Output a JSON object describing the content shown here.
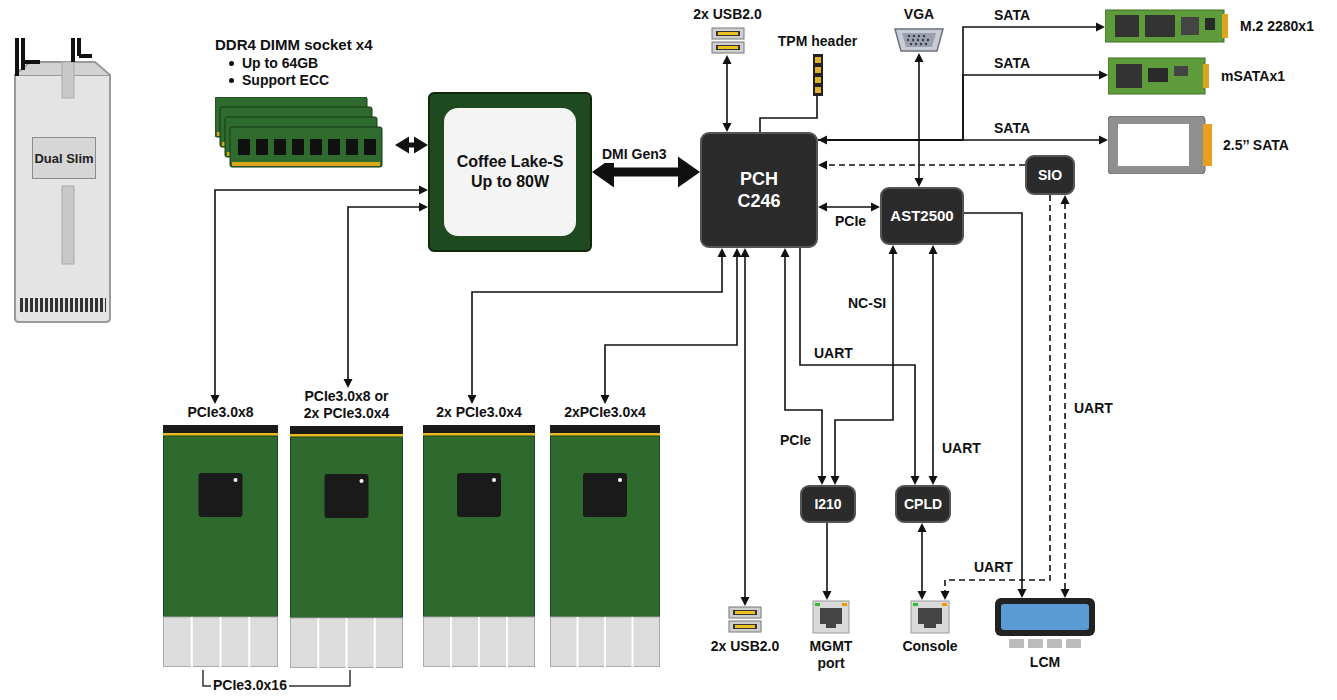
{
  "diagram": {
    "nodes": [
      {
        "text": [
          "Dual Slim"
        ]
      },
      {
        "text": [
          "DDR4 DIMM socket x4",
          "Up to 64GB",
          "Support ECC"
        ]
      },
      {
        "text": [
          "Coffee Lake-S Up to 80W"
        ]
      },
      {
        "text": [
          "2x USB2.0"
        ]
      },
      {
        "text": [
          "TPM header"
        ]
      },
      {
        "text": [
          "PCH C246"
        ]
      },
      {
        "text": [
          "VGA"
        ]
      },
      {
        "text": [
          "M.2 2280x1"
        ]
      },
      {
        "text": [
          "mSATAx1"
        ]
      },
      {
        "text": [
          "2.5’’ SATA"
        ]
      },
      {
        "text": [
          "AST2500"
        ]
      },
      {
        "text": [
          "SIO"
        ]
      },
      {
        "text": [
          "PCIe3.0x8"
        ]
      },
      {
        "text": [
          "PCIe3.0x8 or 2x PCIe3.0x4"
        ]
      },
      {
        "text": [
          "2x PCIe3.0x4"
        ]
      },
      {
        "text": [
          "2xPCIe3.0x4"
        ]
      },
      {
        "text": [
          "2x USB2.0"
        ]
      },
      {
        "text": [
          "I210"
        ]
      },
      {
        "text": [
          "CPLD"
        ]
      },
      {
        "text": [
          "MGMT port"
        ]
      },
      {
        "text": [
          "Console"
        ]
      },
      {
        "text": [
          "LCM"
        ]
      }
    ],
    "edges": [
      {
        "from": 1,
        "to": 2,
        "arrow": "both"
      },
      {
        "from": 2,
        "to": 5,
        "label": "DMI Gen3",
        "arrow": "both"
      },
      {
        "from": 3,
        "to": 5,
        "arrow": "both"
      },
      {
        "from": 4,
        "to": 5,
        "arrow": "none"
      },
      {
        "from": 5,
        "to": 7,
        "label": "SATA",
        "arrow": "to"
      },
      {
        "from": 5,
        "to": 8,
        "label": "SATA",
        "arrow": "to"
      },
      {
        "from": 5,
        "to": 9,
        "label": "SATA",
        "arrow": "both"
      },
      {
        "from": 5,
        "to": 10,
        "label": "PCIe",
        "arrow": "both"
      },
      {
        "from": 6,
        "to": 10,
        "arrow": "both"
      },
      {
        "from": 11,
        "to": 5,
        "arrow": "to"
      },
      {
        "from": 10,
        "to": 21,
        "arrow": "to"
      },
      {
        "from": 11,
        "to": 21,
        "label": "UART",
        "arrow": "both"
      },
      {
        "from": 11,
        "to": 20,
        "label": "UART",
        "arrow": "to"
      },
      {
        "from": 2,
        "to": 12,
        "arrow": "both"
      },
      {
        "from": 2,
        "to": 13,
        "arrow": "both"
      },
      {
        "from": 5,
        "to": 14,
        "arrow": "both"
      },
      {
        "from": 5,
        "to": 15,
        "arrow": "both"
      },
      {
        "from": 5,
        "to": 16,
        "arrow": "both"
      },
      {
        "from": 5,
        "to": 17,
        "label": "PCIe",
        "arrow": "both"
      },
      {
        "from": 10,
        "to": 17,
        "label": "NC-SI",
        "arrow": "both"
      },
      {
        "from": 5,
        "to": 18,
        "label": "UART",
        "arrow": "to"
      },
      {
        "from": 10,
        "to": 18,
        "label": "UART",
        "arrow": "both"
      },
      {
        "from": 17,
        "to": 19,
        "arrow": "to"
      },
      {
        "from": 18,
        "to": 20,
        "arrow": "both"
      }
    ],
    "labels": [
      "PCIe3.0x16"
    ]
  }
}
